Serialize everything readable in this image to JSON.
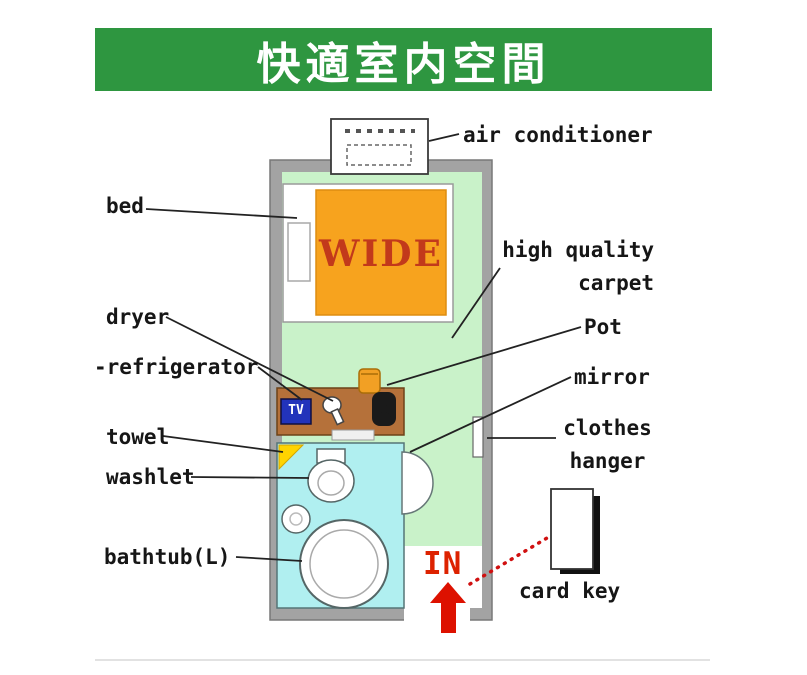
{
  "header": {
    "title": "快適室内空間"
  },
  "room": {
    "bed_tag": "WIDE",
    "tv_tag": "TV",
    "in_tag": "IN"
  },
  "labels": {
    "air_conditioner": "air conditioner",
    "bed": "bed",
    "dryer": "dryer",
    "refrigerator": "-refrigerator",
    "towel": "towel",
    "washlet": "washlet",
    "bathtub": "bathtub(L)",
    "high_quality_line1": "high quality",
    "high_quality_line2": "carpet",
    "pot": "Pot",
    "mirror": "mirror",
    "clothes_line1": "clothes",
    "clothes_line2": "hanger",
    "card_key": "card key"
  },
  "colors": {
    "banner_green": "#2e9640",
    "carpet_green": "#c9f2c9",
    "bathroom_cyan": "#b0eff0",
    "blanket_orange": "#f7a31e",
    "desk_brown": "#b5713a",
    "wall_gray": "#a3a3a3",
    "accent_red": "#dd1100"
  }
}
